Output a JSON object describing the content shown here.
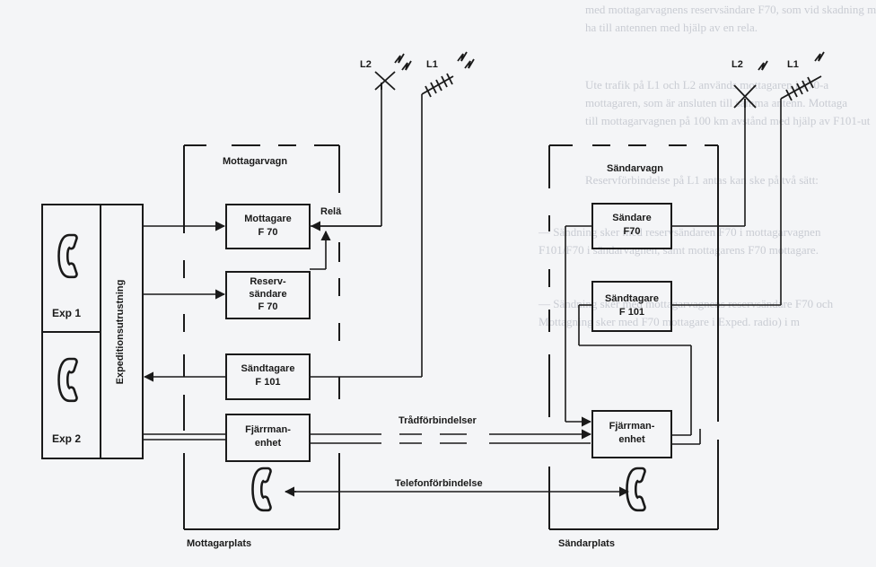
{
  "background_text": [
    "med mottagarvagnens reservsändare F70, som vid skadning m",
    "ha till antennen med hjälp av en rela.",
    "Ute trafik på L1 och L2 används mottagaren i F70-a",
    "mottagaren, som är ansluten till samma antenn. Mottaga",
    "till mottagarvagnen på 100 km avstånd med hjälp av F101-ut",
    "Reservförbindelse på L1 antas kan ske på två sätt:",
    "— Sändning sker med reservsändaren F70 i mottagarvagnen",
    "F101/F70 i sändarvagnen, samt mottagarens F70 mottagare.",
    "— Sändning sker med mottagarvagnens reservsändare F70 och",
    "Mottagning sker med F70 mottagare i Exped. radio) i m"
  ],
  "antennas": {
    "rx_l2": "L2",
    "rx_l1": "L1",
    "tx_l2": "L2",
    "tx_l1": "L1"
  },
  "receiver_site": {
    "vehicle_label": "Mottagarvagn",
    "site_label": "Mottagarplats",
    "mottagare": [
      "Mottagare",
      "F 70"
    ],
    "relay_label": "Relä",
    "reservsandare": [
      "Reserv-",
      "sändare",
      "F 70"
    ],
    "sandtagare": [
      "Sändtagare",
      "F 101"
    ],
    "fjarrmanenhet": [
      "Fjärrman-",
      "enhet"
    ]
  },
  "dispatch": {
    "equipment_label": "Expeditionsutrustning",
    "exp1": "Exp 1",
    "exp2": "Exp 2"
  },
  "transmitter_site": {
    "vehicle_label": "Sändarvagn",
    "site_label": "Sändarplats",
    "sandare": [
      "Sändare",
      "F70"
    ],
    "sandtagare": [
      "Sändtagare",
      "F 101"
    ],
    "fjarrmanenhet": [
      "Fjärrman-",
      "enhet"
    ]
  },
  "links": {
    "wire_label": "Trådförbindelser",
    "phone_label": "Telefonförbindelse"
  }
}
